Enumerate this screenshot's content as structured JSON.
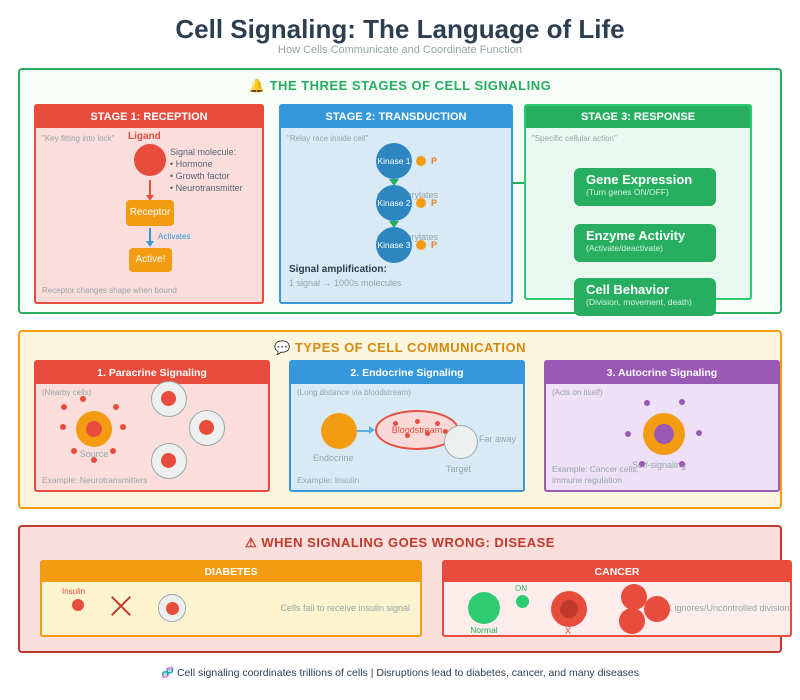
{
  "header": {
    "title": "Cell Signaling: The Language of Life",
    "subtitle": "How Cells Communicate and Coordinate Function"
  },
  "colors": {
    "red": "#e74c3c",
    "blue": "#3498db",
    "green": "#27ae60",
    "light_green": "#2ecc71",
    "orange": "#f39c12",
    "purple": "#9b59b6",
    "dark_navy": "#2c3e50",
    "dark_red": "#c0392b"
  },
  "stages_section": {
    "icon": "🔔",
    "title": "THE THREE STAGES OF CELL SIGNALING",
    "stage1": {
      "header": "STAGE 1: RECEPTION",
      "quote": "\"Key fitting into lock\"",
      "ligand_label": "Ligand",
      "signal_title": "Signal molecule:",
      "signal_items": [
        "• Hormone",
        "• Growth factor",
        "• Neurotransmitter"
      ],
      "receptor_label": "Receptor",
      "activates_label": "Activates",
      "active_label": "Active!",
      "footnote": "Receptor changes shape when bound"
    },
    "stage2": {
      "header": "STAGE 2: TRANSDUCTION",
      "quote": "\"Relay race inside cell\"",
      "kinases": [
        "Kinase 1",
        "Kinase 2",
        "Kinase 3"
      ],
      "p_label": "P",
      "phospho_label": "phosphorylates",
      "amplification_title": "Signal amplification:",
      "amplification_text": "1 signal → 1000s molecules"
    },
    "stage3": {
      "header": "STAGE 3: RESPONSE",
      "quote": "\"Specific cellular action\"",
      "responses": [
        {
          "title": "Gene Expression",
          "subtitle": "(Turn genes ON/OFF)"
        },
        {
          "title": "Enzyme Activity",
          "subtitle": "(Activate/deactivate)"
        },
        {
          "title": "Cell Behavior",
          "subtitle": "(Division, movement, death)"
        }
      ]
    }
  },
  "types_section": {
    "icon": "💬",
    "title": "TYPES OF CELL COMMUNICATION",
    "paracrine": {
      "header": "1. Paracrine Signaling",
      "note": "(Nearby cells)",
      "source_label": "Source",
      "example": "Example: Neurotransmitters"
    },
    "endocrine": {
      "header": "2. Endocrine Signaling",
      "note": "(Long distance via bloodstream)",
      "gland_label": "Endocrine",
      "bloodstream_label": "Bloodstream",
      "far_label": "Far away",
      "target_label": "Target",
      "example": "Example: Insulin"
    },
    "autocrine": {
      "header": "3. Autocrine Signaling",
      "note": "(Acts on itself)",
      "self_label": "Self-signaling",
      "example_line1": "Example: Cancer cells,",
      "example_line2": "immune regulation"
    }
  },
  "disease_section": {
    "icon": "⚠",
    "title": "WHEN SIGNALING GOES WRONG: DISEASE",
    "diabetes": {
      "header": "DIABETES",
      "insulin_label": "Insulin",
      "message": "Cells fail to receive insulin signal"
    },
    "cancer": {
      "header": "CANCER",
      "on_label": "ON",
      "normal_label": "Normal",
      "x_label": "X",
      "message": "X ignores/Uncontrolled division"
    }
  },
  "footer": {
    "text": "🧬 Cell signaling coordinates trillions of cells | Disruptions lead to diabetes, cancer, and many diseases"
  }
}
